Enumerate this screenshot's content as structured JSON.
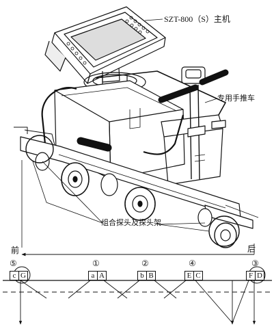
{
  "labels": {
    "host": "SZT-800（S）主机",
    "cart": "专用手推车",
    "probes": "组合探头及探头架",
    "front": "前",
    "rear": "后"
  },
  "groups": [
    {
      "number": "⑤",
      "left": "c",
      "right": "G"
    },
    {
      "number": "①",
      "left": "a",
      "right": "A"
    },
    {
      "number": "②",
      "left": "b",
      "right": "B"
    },
    {
      "number": "④",
      "left": "E",
      "right": "C"
    },
    {
      "number": "③",
      "left": "F",
      "right": "D"
    }
  ]
}
